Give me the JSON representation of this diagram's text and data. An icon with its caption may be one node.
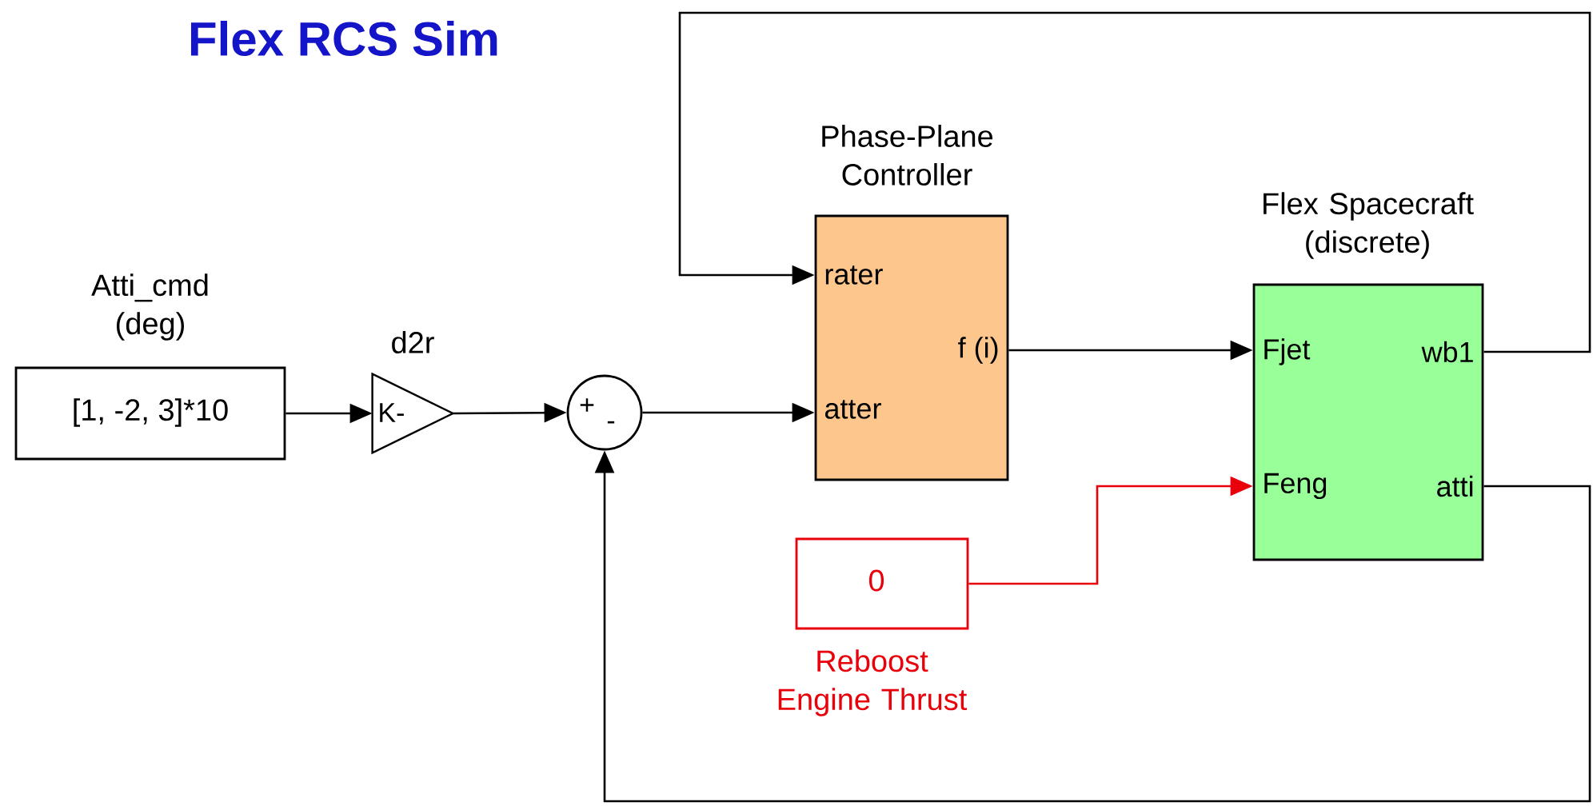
{
  "diagram": {
    "title": "Flex RCS Sim",
    "nodes": [
      {
        "text": [
          "Atti_cmd (deg)",
          "[1, -2, 3]*10"
        ]
      },
      {
        "text": [
          "d2r",
          "K-"
        ]
      },
      {
        "text": [
          "+",
          "-"
        ]
      },
      {
        "text": [
          "Phase-Plane Controller",
          "rater",
          "atter",
          "f (i)"
        ]
      },
      {
        "text": [
          "Flex Spacecraft (discrete)",
          "Fjet",
          "Feng",
          "wb1",
          "atti"
        ]
      },
      {
        "text": [
          "0",
          "Reboost Engine Thrust"
        ]
      }
    ],
    "edges": [
      {
        "from": 0,
        "to": 1,
        "arrow": "to"
      },
      {
        "from": 1,
        "to": 2,
        "arrow": "to"
      },
      {
        "from": 2,
        "to": 3,
        "arrow": "to"
      },
      {
        "from": 3,
        "to": 4,
        "arrow": "to"
      },
      {
        "from": 5,
        "to": 4,
        "arrow": "to",
        "color": "#e8000b"
      },
      {
        "from": 4,
        "to": 3,
        "arrow": "to"
      },
      {
        "from": 4,
        "to": 2,
        "arrow": "to"
      }
    ]
  }
}
